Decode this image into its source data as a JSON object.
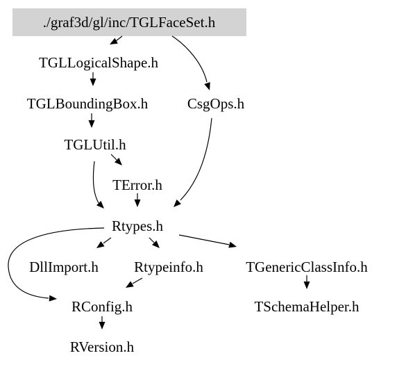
{
  "diagram": {
    "nodes": [
      {
        "id": "root",
        "label": "./graf3d/gl/inc/TGLFaceSet.h",
        "highlighted": true
      },
      {
        "id": "logical",
        "label": "TGLLogicalShape.h"
      },
      {
        "id": "bbox",
        "label": "TGLBoundingBox.h"
      },
      {
        "id": "csg",
        "label": "CsgOps.h"
      },
      {
        "id": "util",
        "label": "TGLUtil.h"
      },
      {
        "id": "error",
        "label": "TError.h"
      },
      {
        "id": "rtypes",
        "label": "Rtypes.h"
      },
      {
        "id": "dllimport",
        "label": "DllImport.h"
      },
      {
        "id": "rtypeinfo",
        "label": "Rtypeinfo.h"
      },
      {
        "id": "generic",
        "label": "TGenericClassInfo.h"
      },
      {
        "id": "rconfig",
        "label": "RConfig.h"
      },
      {
        "id": "schema",
        "label": "TSchemaHelper.h"
      },
      {
        "id": "rversion",
        "label": "RVersion.h"
      }
    ],
    "edges": [
      {
        "from": "root",
        "to": "logical"
      },
      {
        "from": "root",
        "to": "csg"
      },
      {
        "from": "logical",
        "to": "bbox"
      },
      {
        "from": "bbox",
        "to": "util"
      },
      {
        "from": "util",
        "to": "error"
      },
      {
        "from": "util",
        "to": "rtypes"
      },
      {
        "from": "csg",
        "to": "rtypes"
      },
      {
        "from": "error",
        "to": "rtypes"
      },
      {
        "from": "rtypes",
        "to": "dllimport"
      },
      {
        "from": "rtypes",
        "to": "rtypeinfo"
      },
      {
        "from": "rtypes",
        "to": "generic"
      },
      {
        "from": "rtypes",
        "to": "rconfig"
      },
      {
        "from": "rtypeinfo",
        "to": "rconfig"
      },
      {
        "from": "generic",
        "to": "schema"
      },
      {
        "from": "rconfig",
        "to": "rversion"
      }
    ],
    "colors": {
      "highlight_fill": "#d3d3d3",
      "edge": "#000000",
      "text": "#000000",
      "background": "#ffffff"
    }
  }
}
